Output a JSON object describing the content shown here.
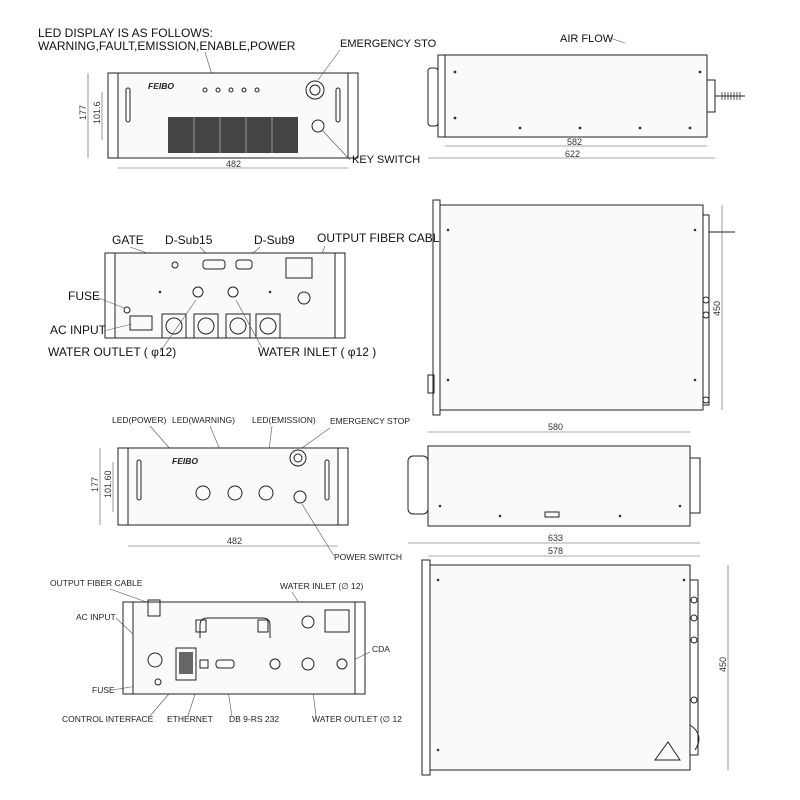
{
  "top_front": {
    "led_note_line1": "LED DISPLAY IS AS FOLLOWS:",
    "led_note_line2": "WARNING,FAULT,EMISSION,ENABLE,POWER",
    "emergency_stop": "EMERGENCY STO",
    "key_switch": "KEY SWITCH",
    "width": "482",
    "height": "177",
    "inner_height": "101.6",
    "logo": "FEIBO"
  },
  "top_side": {
    "air_flow": "AIR FLOW",
    "depth_inner": "582",
    "depth_outer": "622"
  },
  "rear1": {
    "gate": "GATE",
    "dsub15": "D-Sub15",
    "dsub9": "D-Sub9",
    "output_fiber_cable": "OUTPUT FIBER CABLE",
    "fuse": "FUSE",
    "ac_input": "AC INPUT",
    "water_outlet": "WATER OUTLET ( φ12)",
    "water_inlet": "WATER INLET ( φ12 )"
  },
  "top_view1": {
    "depth": "450"
  },
  "front2": {
    "led_power": "LED(POWER)",
    "led_warning": "LED(WARNING)",
    "led_emission": "LED(EMISSION)",
    "emergency_stop": "EMERGENCY STOP",
    "power_switch": "POWER SWITCH",
    "width": "482",
    "height": "177",
    "inner_height": "101.60",
    "logo": "FEIBO"
  },
  "side2": {
    "depth_inner": "580",
    "depth_outer": "633",
    "depth_mid": "578"
  },
  "rear2": {
    "output_fiber_cable": "OUTPUT FIBER CABLE",
    "ac_input": "AC INPUT",
    "fuse": "FUSE",
    "control_interface": "CONTROL INTERFACE",
    "ethernet": "ETHERNET",
    "db9": "DB 9-RS 232",
    "water_inlet": "WATER INLET (∅ 12)",
    "water_outlet": "WATER OUTLET (∅ 12",
    "cda": "CDA"
  },
  "top_view2": {
    "depth": "450"
  }
}
